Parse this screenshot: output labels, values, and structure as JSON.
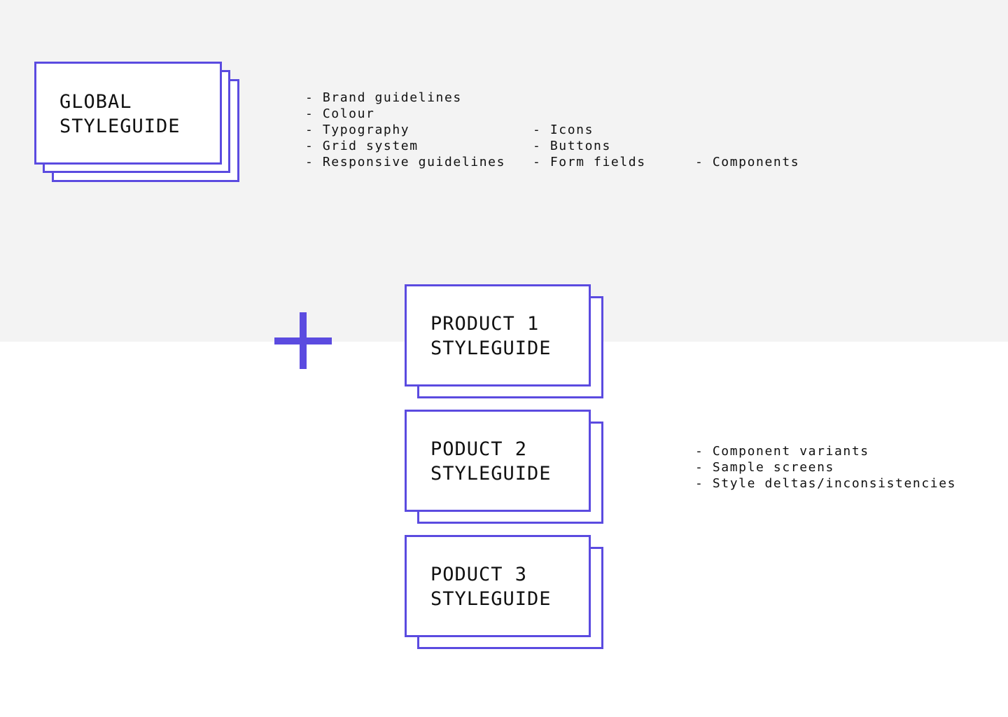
{
  "global": {
    "title_line1": "GLOBAL",
    "title_line2": "STYLEGUIDE",
    "list_col1": [
      "Brand guidelines",
      "Colour",
      "Typography",
      "Grid system",
      "Responsive guidelines"
    ],
    "list_col2": [
      "Icons",
      "Buttons",
      "Form fields"
    ],
    "list_col3": [
      "Components"
    ]
  },
  "plus_symbol": "plus-icon",
  "products": [
    {
      "title_line1": "PRODUCT 1",
      "title_line2": "STYLEGUIDE"
    },
    {
      "title_line1": "PODUCT 2",
      "title_line2": "STYLEGUIDE"
    },
    {
      "title_line1": "PODUCT 3",
      "title_line2": "STYLEGUIDE"
    }
  ],
  "product_notes": [
    "Component variants",
    "Sample screens",
    "Style deltas/inconsistencies"
  ],
  "colors": {
    "accent": "#5b4be0",
    "top_band": "#f3f3f3",
    "background": "#ffffff",
    "text": "#111111"
  }
}
